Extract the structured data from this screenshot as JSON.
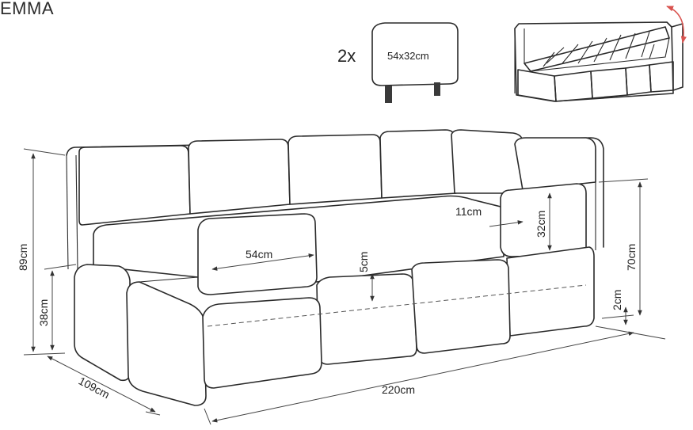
{
  "title": "EMMA",
  "pillow": {
    "count": "2x",
    "size": "54x32cm"
  },
  "dimensions": {
    "total_height": "89cm",
    "seat_height": "38cm",
    "depth": "109cm",
    "width": "220cm",
    "armrest_pillow_width": "54cm",
    "cushion_gap": "5cm",
    "pillow_thickness": "11cm",
    "pillow_height": "32cm",
    "armrest_height": "70cm",
    "leg_height": "2cm"
  },
  "colors": {
    "line": "#2a2a2a",
    "arrow_accent": "#d9534f"
  }
}
